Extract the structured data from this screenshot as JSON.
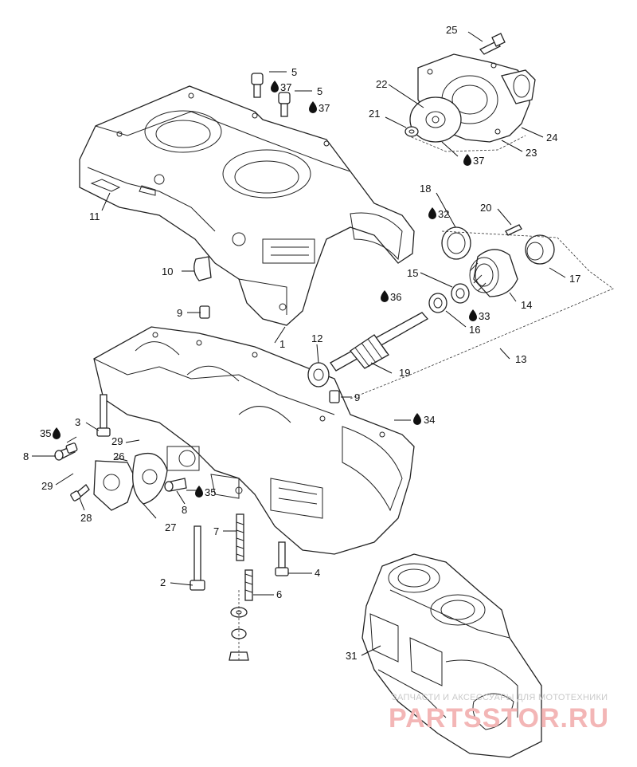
{
  "callouts": [
    {
      "id": "c1",
      "label": "1",
      "drop": false
    },
    {
      "id": "c2",
      "label": "2",
      "drop": false
    },
    {
      "id": "c3",
      "label": "3",
      "drop": false
    },
    {
      "id": "c4",
      "label": "4",
      "drop": false
    },
    {
      "id": "c5a",
      "label": "5",
      "drop": false
    },
    {
      "id": "c5b",
      "label": "5",
      "drop": false
    },
    {
      "id": "c6",
      "label": "6",
      "drop": false
    },
    {
      "id": "c7",
      "label": "7",
      "drop": false
    },
    {
      "id": "c8a",
      "label": "8",
      "drop": false
    },
    {
      "id": "c8b",
      "label": "8",
      "drop": false
    },
    {
      "id": "c9a",
      "label": "9",
      "drop": false
    },
    {
      "id": "c9b",
      "label": "9",
      "drop": false
    },
    {
      "id": "c10",
      "label": "10",
      "drop": false
    },
    {
      "id": "c11",
      "label": "11",
      "drop": false
    },
    {
      "id": "c12",
      "label": "12",
      "drop": false
    },
    {
      "id": "c13",
      "label": "13",
      "drop": false
    },
    {
      "id": "c14",
      "label": "14",
      "drop": false
    },
    {
      "id": "c15",
      "label": "15",
      "drop": false
    },
    {
      "id": "c16",
      "label": "16",
      "drop": false
    },
    {
      "id": "c17",
      "label": "17",
      "drop": false
    },
    {
      "id": "c18",
      "label": "18",
      "drop": false
    },
    {
      "id": "c19",
      "label": "19",
      "drop": false
    },
    {
      "id": "c20",
      "label": "20",
      "drop": false
    },
    {
      "id": "c21",
      "label": "21",
      "drop": false
    },
    {
      "id": "c22",
      "label": "22",
      "drop": false
    },
    {
      "id": "c23",
      "label": "23",
      "drop": false
    },
    {
      "id": "c24",
      "label": "24",
      "drop": false
    },
    {
      "id": "c25",
      "label": "25",
      "drop": false
    },
    {
      "id": "c26",
      "label": "26",
      "drop": false
    },
    {
      "id": "c27",
      "label": "27",
      "drop": false
    },
    {
      "id": "c28",
      "label": "28",
      "drop": false
    },
    {
      "id": "c29a",
      "label": "29",
      "drop": false
    },
    {
      "id": "c29b",
      "label": "29",
      "drop": false
    },
    {
      "id": "c31",
      "label": "31",
      "drop": false
    },
    {
      "id": "c32",
      "label": "32",
      "drop": true
    },
    {
      "id": "c33",
      "label": "33",
      "drop": true
    },
    {
      "id": "c34",
      "label": "34",
      "drop": true
    },
    {
      "id": "c35a",
      "label": "35",
      "drop": true
    },
    {
      "id": "c35b",
      "label": "35",
      "drop": true
    },
    {
      "id": "c36",
      "label": "36",
      "drop": true
    },
    {
      "id": "c37a",
      "label": "37",
      "drop": true
    },
    {
      "id": "c37b",
      "label": "37",
      "drop": true
    },
    {
      "id": "c37c",
      "label": "37",
      "drop": true
    }
  ],
  "watermark": {
    "tagline": "ЗАПЧАСТИ И АКСЕССУАРЫ ДЛЯ МОТОТЕХНИКИ",
    "logo": "PARTSSTOR.RU",
    "logo_color": "#f3b6b6"
  },
  "colors": {
    "line": "#222222",
    "background": "#ffffff"
  }
}
